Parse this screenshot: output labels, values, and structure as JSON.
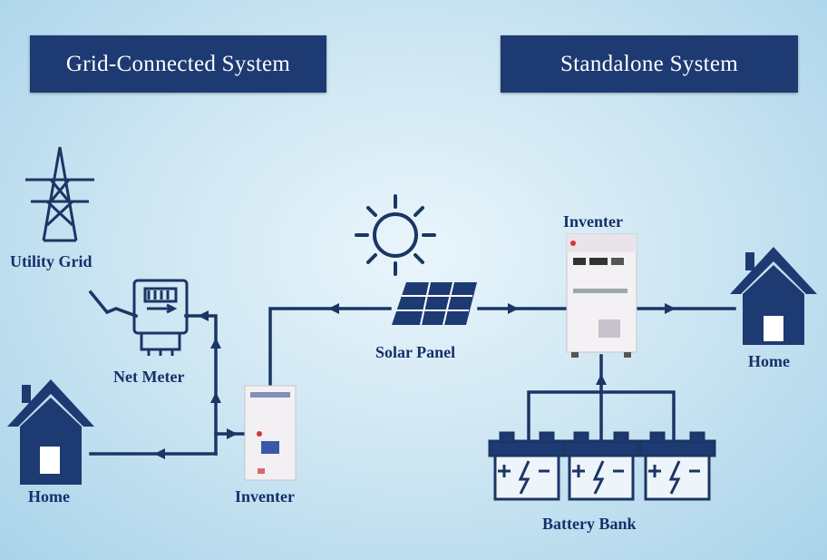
{
  "headers": {
    "grid_connected": "Grid-Connected System",
    "standalone": "Standalone System"
  },
  "labels": {
    "utility_grid": "Utility Grid",
    "net_meter": "Net Meter",
    "home_left": "Home",
    "inverter_left": "Inventer",
    "solar_panel": "Solar Panel",
    "inverter_right": "Inventer",
    "home_right": "Home",
    "battery_bank": "Battery Bank"
  },
  "icons": {
    "utility_grid": "transmission-tower-icon",
    "net_meter": "electric-meter-icon",
    "home": "house-icon",
    "sun": "sun-icon",
    "solar_panel": "solar-panel-icon",
    "inverter": "inverter-unit-icon",
    "battery": "battery-icon"
  },
  "colors": {
    "navy": "#1d3a72",
    "line": "#1b3565",
    "label": "#16306a"
  }
}
